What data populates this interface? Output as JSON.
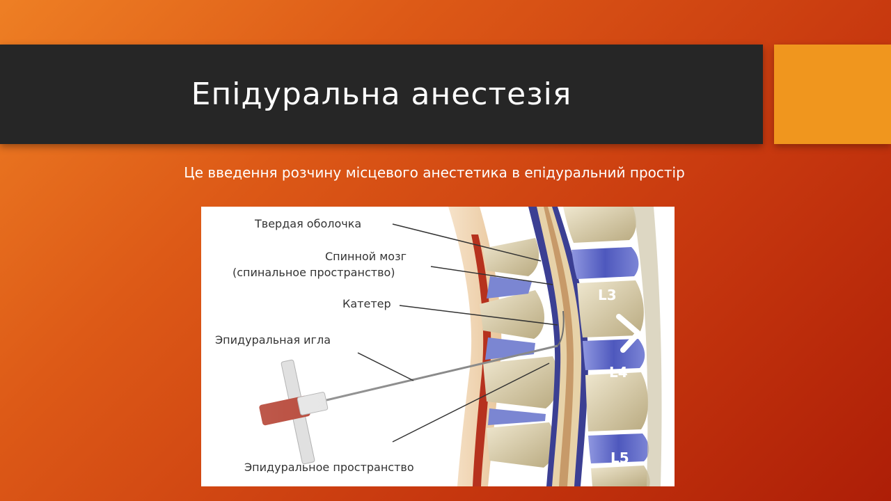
{
  "slide": {
    "title": "Епідуральна анестезія",
    "subtitle": "Це введення розчину місцевого анестетика в епідуральний простір"
  },
  "figure": {
    "labels": {
      "dura": "Твердая оболочка",
      "spinal_cord_line1": "Спинной мозг",
      "spinal_cord_line2": "(спинальное пространство)",
      "catheter": "Катетер",
      "needle": "Эпидуральная игла",
      "epidural_space": "Эпидуральное пространство"
    },
    "vertebrae": [
      "L3",
      "L4",
      "L5"
    ]
  },
  "colors": {
    "title_bar": "#262626",
    "accent": "#f0961e",
    "disc": "#5862c4",
    "bone": "#d9cfae"
  }
}
